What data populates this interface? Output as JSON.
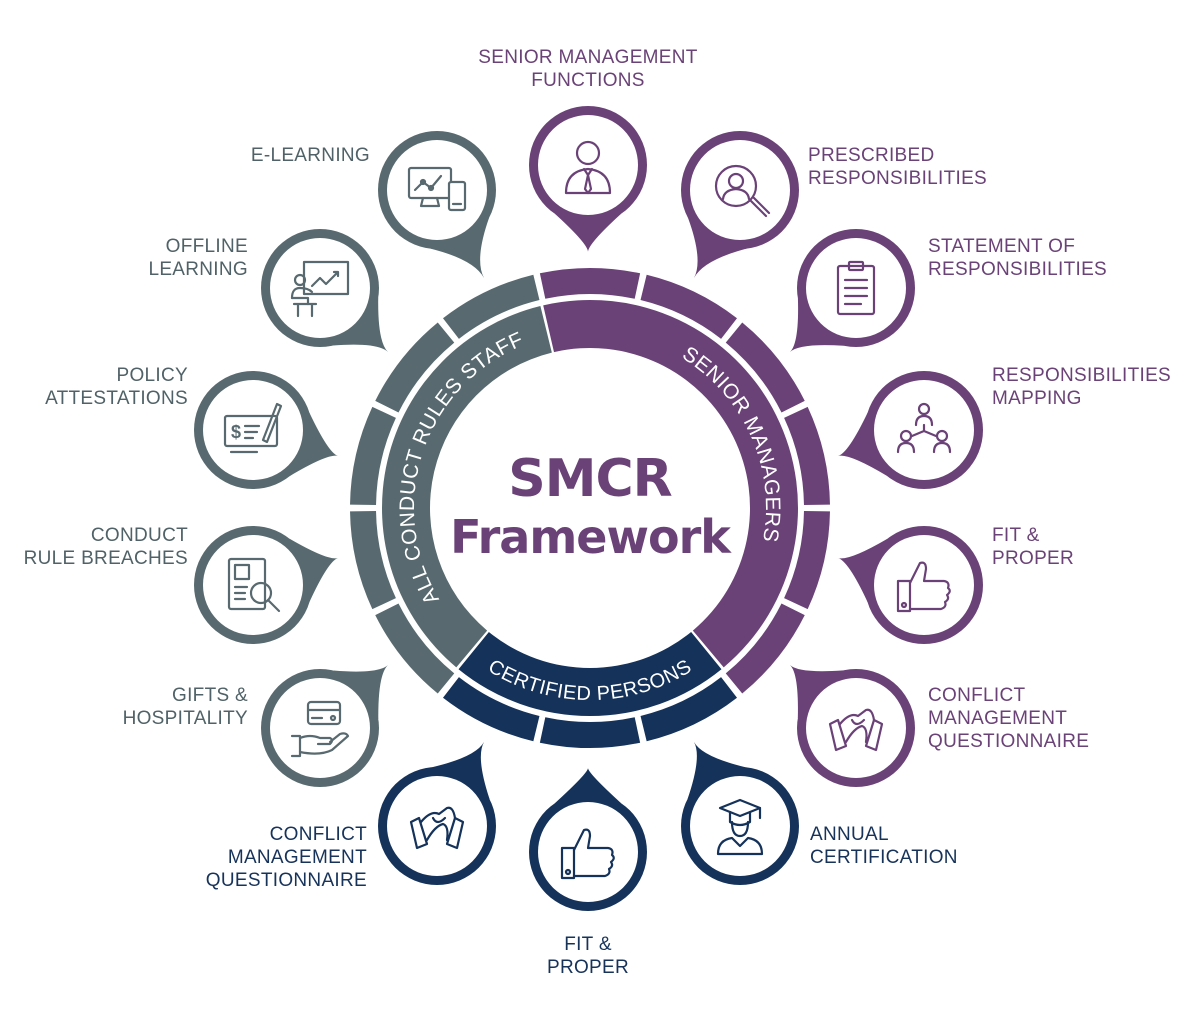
{
  "title": {
    "line1": "SMCR",
    "line2": "Framework"
  },
  "colors": {
    "purple": "#6b4277",
    "grey": "#586a6f",
    "navy": "#14325a",
    "white": "#ffffff"
  },
  "ring": {
    "senior_managers": "SENIOR MANAGERS",
    "all_conduct_rules_staff": "ALL CONDUCT RULES STAFF",
    "certified_persons": "CERTIFIED PERSONS"
  },
  "pins": [
    {
      "id": "senior-management-functions",
      "group": "senior_managers",
      "icon": "businessman-icon",
      "label": [
        "SENIOR MANAGEMENT",
        "FUNCTIONS"
      ]
    },
    {
      "id": "prescribed-responsibilities",
      "group": "senior_managers",
      "icon": "person-search-icon",
      "label": [
        "PRESCRIBED",
        "RESPONSIBILITIES"
      ]
    },
    {
      "id": "statement-of-responsibilities",
      "group": "senior_managers",
      "icon": "clipboard-icon",
      "label": [
        "STATEMENT OF",
        "RESPONSIBILITIES"
      ]
    },
    {
      "id": "responsibilities-mapping",
      "group": "senior_managers",
      "icon": "org-chart-icon",
      "label": [
        "RESPONSIBILITIES",
        "MAPPING"
      ]
    },
    {
      "id": "fit-proper-sm",
      "group": "senior_managers",
      "icon": "thumbs-up-icon",
      "label": [
        "FIT &",
        "PROPER"
      ]
    },
    {
      "id": "conflict-management-sm",
      "group": "senior_managers",
      "icon": "handshake-icon",
      "label": [
        "CONFLICT",
        "MANAGEMENT",
        "QUESTIONNAIRE"
      ]
    },
    {
      "id": "annual-certification",
      "group": "certified_persons",
      "icon": "graduate-icon",
      "label": [
        "ANNUAL",
        "CERTIFICATION"
      ]
    },
    {
      "id": "fit-proper-cp",
      "group": "certified_persons",
      "icon": "thumbs-up-icon",
      "label": [
        "FIT &",
        "PROPER"
      ]
    },
    {
      "id": "conflict-management-cp",
      "group": "certified_persons",
      "icon": "handshake-icon",
      "label": [
        "CONFLICT",
        "MANAGEMENT",
        "QUESTIONNAIRE"
      ]
    },
    {
      "id": "gifts-hospitality",
      "group": "all_conduct_rules_staff",
      "icon": "card-in-hand-icon",
      "label": [
        "GIFTS &",
        "HOSPITALITY"
      ]
    },
    {
      "id": "conduct-rule-breaches",
      "group": "all_conduct_rules_staff",
      "icon": "document-search-icon",
      "label": [
        "CONDUCT",
        "RULE BREACHES"
      ]
    },
    {
      "id": "policy-attestations",
      "group": "all_conduct_rules_staff",
      "icon": "cheque-pen-icon",
      "label": [
        "POLICY",
        "ATTESTATIONS"
      ]
    },
    {
      "id": "offline-learning",
      "group": "all_conduct_rules_staff",
      "icon": "presentation-icon",
      "label": [
        "OFFLINE",
        "LEARNING"
      ]
    },
    {
      "id": "e-learning",
      "group": "all_conduct_rules_staff",
      "icon": "devices-icon",
      "label": [
        "E-LEARNING"
      ]
    }
  ]
}
